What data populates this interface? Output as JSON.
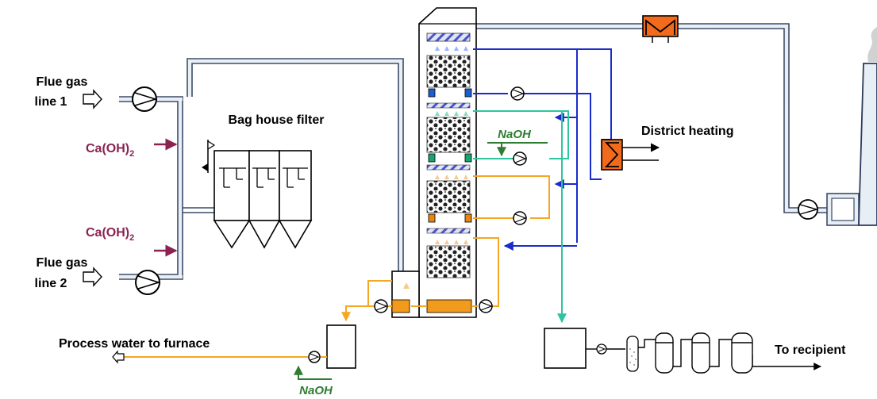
{
  "labels": {
    "flue_gas_line_1_a": "Flue gas",
    "flue_gas_line_1_b": "line 1",
    "flue_gas_line_2_a": "Flue gas",
    "flue_gas_line_2_b": "line 2",
    "bag_house_filter": "Bag house filter",
    "ca_oh_1": "Ca(OH)",
    "ca_oh_1_sub": "2",
    "ca_oh_2": "Ca(OH)",
    "ca_oh_2_sub": "2",
    "naoh_scrubber": "NaOH",
    "naoh_bottom": "NaOH",
    "district_heating": "District heating",
    "process_water": "Process water to furnace",
    "to_recipient": "To recipient"
  },
  "colors": {
    "duct_fill": "#e8eef6",
    "duct_stroke": "#3a4a66",
    "blue_loop": "#1a2bcc",
    "teal_loop": "#2ec4a0",
    "orange_loop": "#f5a623",
    "heat_exchanger": "#f26b1d",
    "chemical_arrow": "#8b2252",
    "naoh_arrow": "#2e7d32"
  }
}
